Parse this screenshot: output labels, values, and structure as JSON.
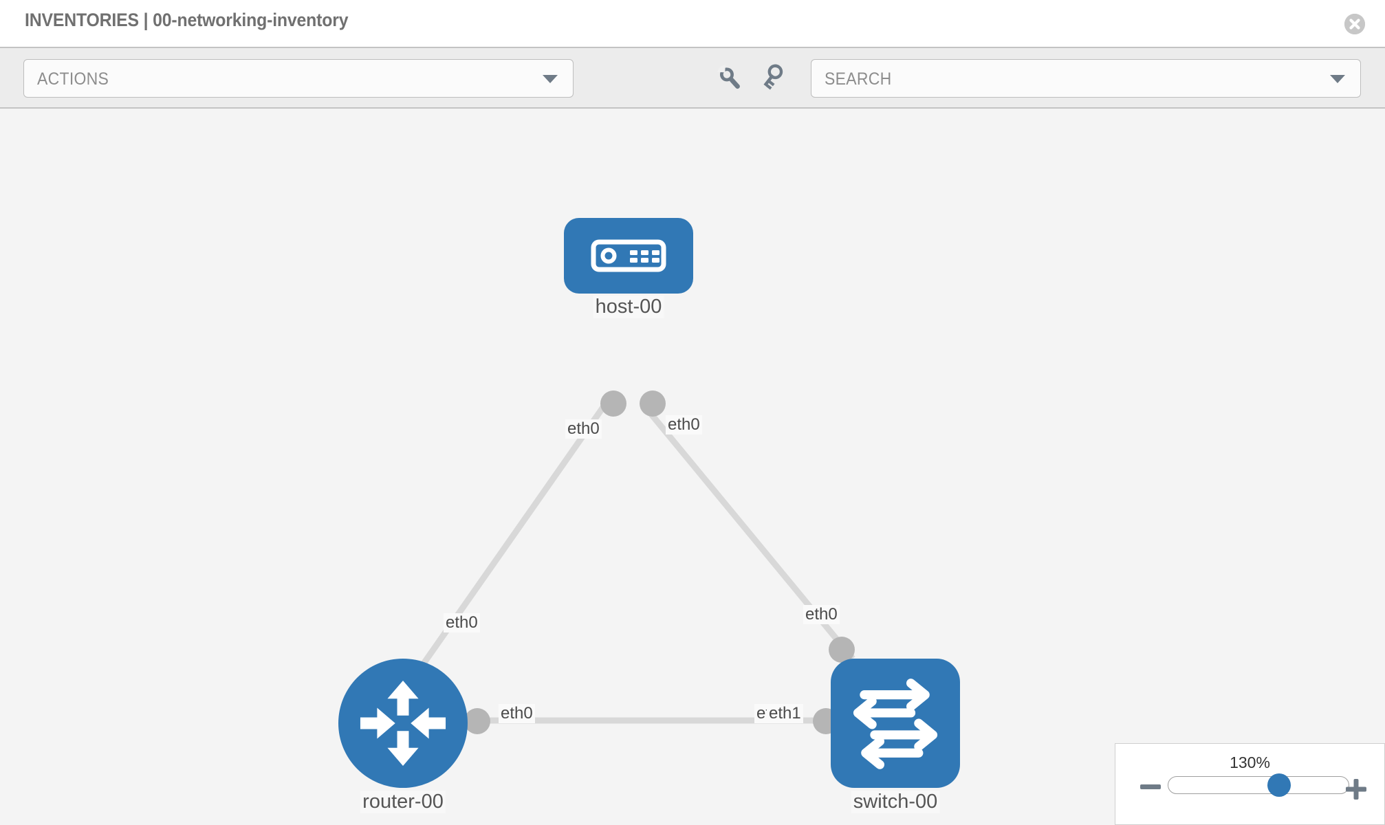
{
  "header": {
    "title": "INVENTORIES | 00-networking-inventory",
    "close_icon": "close-circle-icon"
  },
  "toolbar": {
    "actions_label": "ACTIONS",
    "actions_caret_icon": "chevron-down-icon",
    "wrench_icon": "wrench-icon",
    "key_icon": "key-icon",
    "search_placeholder": "SEARCH",
    "search_value": "",
    "search_caret_icon": "chevron-down-icon"
  },
  "topology": {
    "nodes": [
      {
        "id": "host-00",
        "label": "host-00",
        "type": "host",
        "icon": "server-icon"
      },
      {
        "id": "router-00",
        "label": "router-00",
        "type": "router",
        "icon": "router-arrows-icon"
      },
      {
        "id": "switch-00",
        "label": "switch-00",
        "type": "switch",
        "icon": "switch-arrows-icon"
      }
    ],
    "links": [
      {
        "from": "router-00",
        "to": "host-00",
        "from_label": "eth0",
        "to_label": "eth0"
      },
      {
        "from": "host-00",
        "to": "switch-00",
        "from_label": "eth0",
        "to_label": "eth0"
      },
      {
        "from": "router-00",
        "to": "switch-00",
        "from_label": "eth0",
        "to_label_a": "eth0",
        "to_label_b": "eth1"
      }
    ],
    "edge_labels": {
      "host_left": "eth0",
      "host_right": "eth0",
      "router_up": "eth0",
      "switch_up": "eth0",
      "router_right": "eth0",
      "switch_left_under": "eth0",
      "switch_left_over": "eth1"
    },
    "colors": {
      "node_blue": "#3178b5",
      "port_gray": "#b5b5b5",
      "link_gray": "#d8d8d8",
      "canvas_bg": "#f4f4f4"
    }
  },
  "zoom_control": {
    "percent_label": "130%",
    "minus_label": "—",
    "plus_label": "+",
    "thumb_position_pct": 63
  }
}
